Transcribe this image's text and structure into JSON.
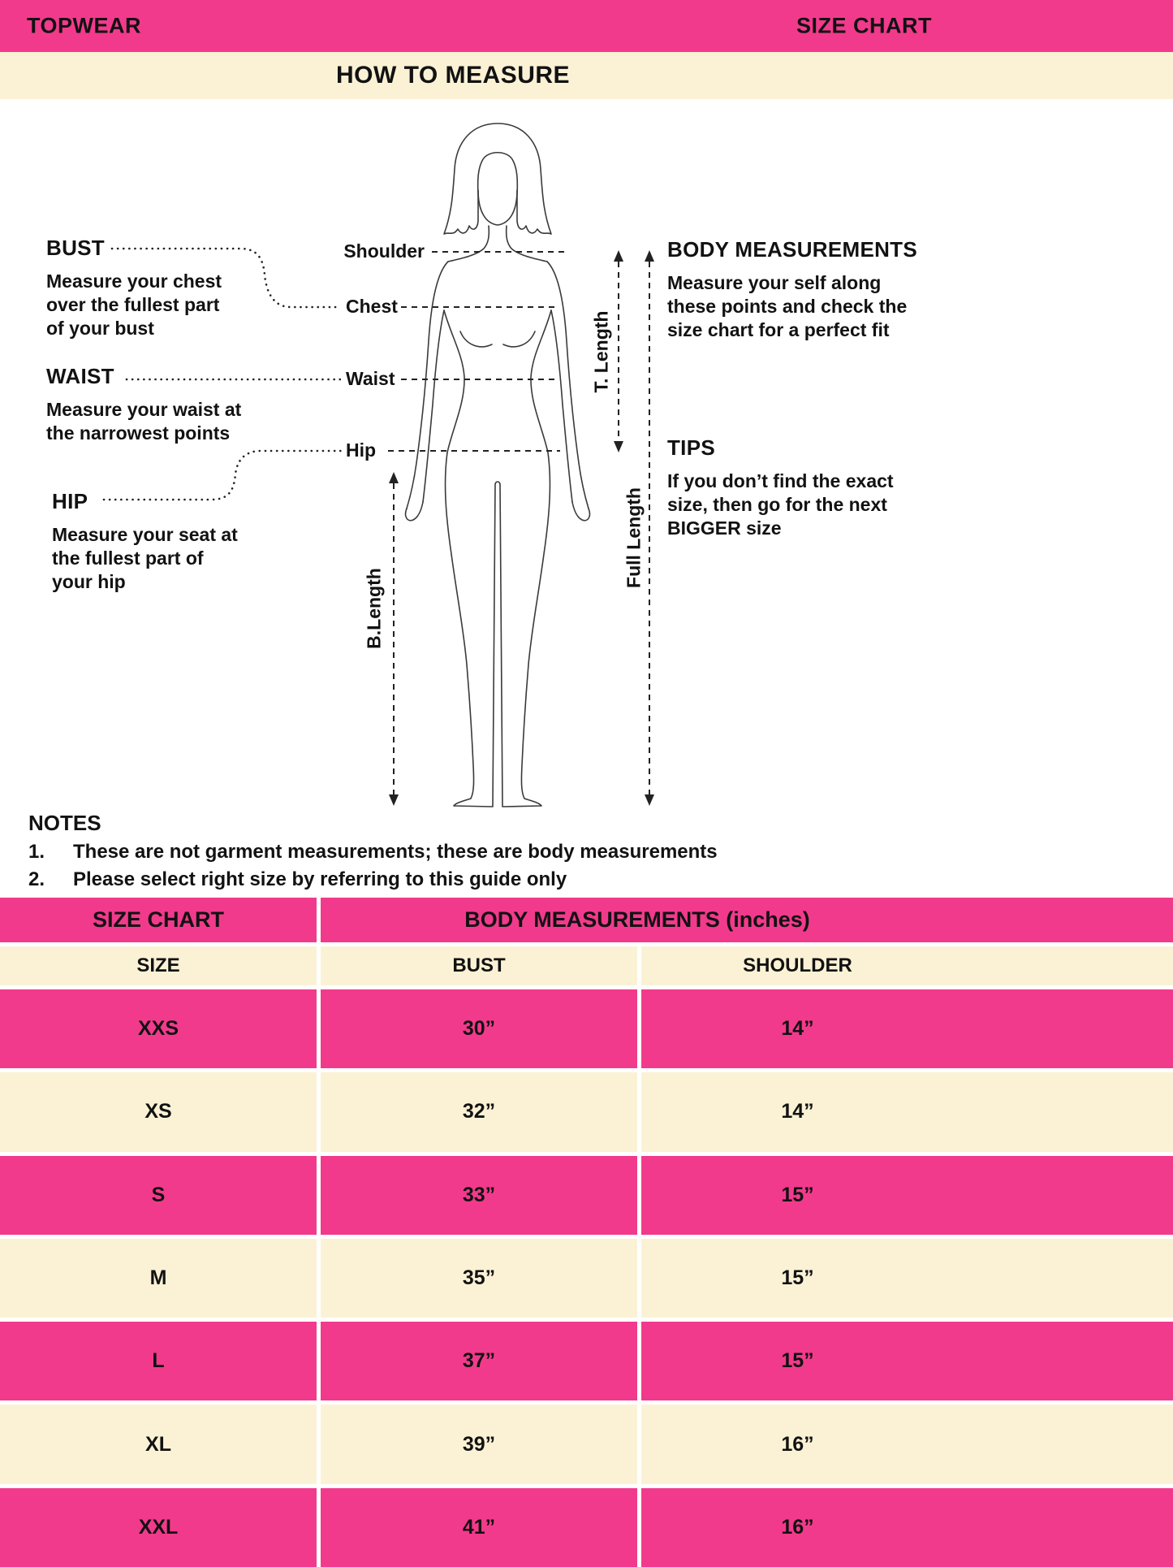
{
  "colors": {
    "pink": "#F23A8C",
    "cream": "#FBF2D5"
  },
  "header": {
    "left_title": "TOPWEAR",
    "right_title": "SIZE CHART"
  },
  "how_to_measure": {
    "title": "HOW TO MEASURE"
  },
  "figure_labels": {
    "shoulder": "Shoulder",
    "chest": "Chest",
    "waist": "Waist",
    "hip": "Hip"
  },
  "measure_arrows": {
    "t_length": "T. Length",
    "b_length": "B.Length",
    "full_length": "Full Length"
  },
  "guide": {
    "bust": {
      "title": "BUST",
      "desc": "Measure your chest over the fullest part of your bust"
    },
    "waist": {
      "title": "WAIST",
      "desc": "Measure your waist at the narrowest points"
    },
    "hip": {
      "title": "HIP",
      "desc": "Measure your seat at the fullest part of your hip"
    },
    "body_measurements": {
      "title": "BODY MEASUREMENTS",
      "desc": "Measure your self along these points and check the size chart for a perfect fit"
    },
    "tips": {
      "title": "TIPS",
      "desc": "If you don’t find the exact size, then go for the next BIGGER size"
    }
  },
  "notes": {
    "title": "NOTES",
    "items": [
      {
        "num": "1.",
        "text": "These are not garment measurements; these are body measurements"
      },
      {
        "num": "2.",
        "text": "Please select right size by referring to this guide only"
      }
    ]
  },
  "size_table": {
    "group_headers": {
      "left": "SIZE CHART",
      "right": "BODY MEASUREMENTS (inches)"
    },
    "columns": [
      "SIZE",
      "BUST",
      "SHOULDER"
    ],
    "rows": [
      {
        "size": "XXS",
        "bust": "30”",
        "shoulder": "14”"
      },
      {
        "size": "XS",
        "bust": "32”",
        "shoulder": "14”"
      },
      {
        "size": "S",
        "bust": "33”",
        "shoulder": "15”"
      },
      {
        "size": "M",
        "bust": "35”",
        "shoulder": "15”"
      },
      {
        "size": "L",
        "bust": "37”",
        "shoulder": "15”"
      },
      {
        "size": "XL",
        "bust": "39”",
        "shoulder": "16”"
      },
      {
        "size": "XXL",
        "bust": "41”",
        "shoulder": "16”"
      }
    ]
  }
}
